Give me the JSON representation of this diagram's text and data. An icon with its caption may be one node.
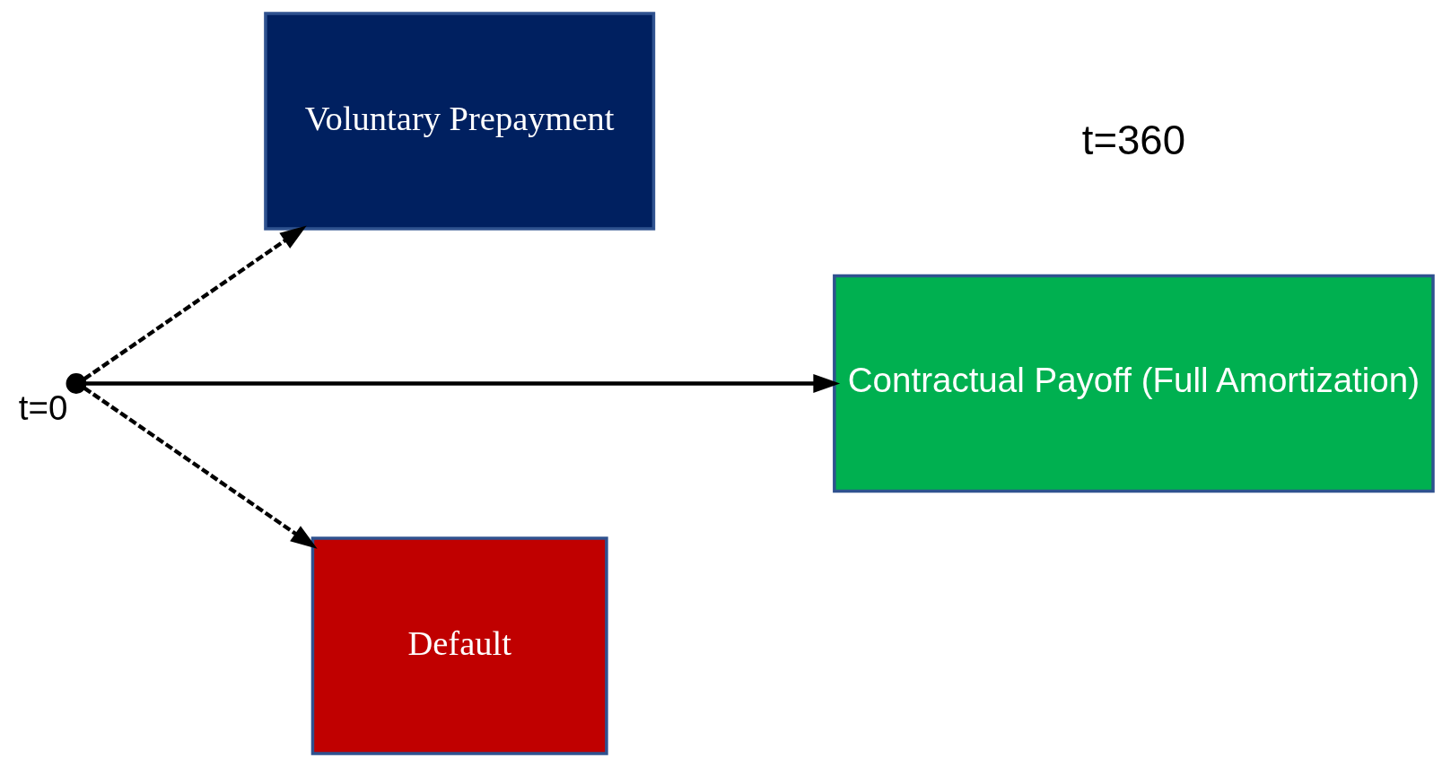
{
  "diagram": {
    "nodes": [
      {
        "text": [
          "Voluntary Prepayment"
        ]
      },
      {
        "text": [],
        "shape": "circle",
        "beside": [
          "t=0"
        ]
      },
      {
        "text": [
          "Contractual Payoff (Full Amortization)"
        ]
      },
      {
        "text": [
          "Default"
        ]
      }
    ],
    "edges": [
      {
        "from": 1,
        "to": 0,
        "arrow": "to",
        "style": "dashed"
      },
      {
        "from": 1,
        "to": 2,
        "arrow": "to"
      },
      {
        "from": 1,
        "to": 3,
        "arrow": "to",
        "style": "dashed"
      }
    ],
    "labels": [
      "t=360"
    ]
  }
}
